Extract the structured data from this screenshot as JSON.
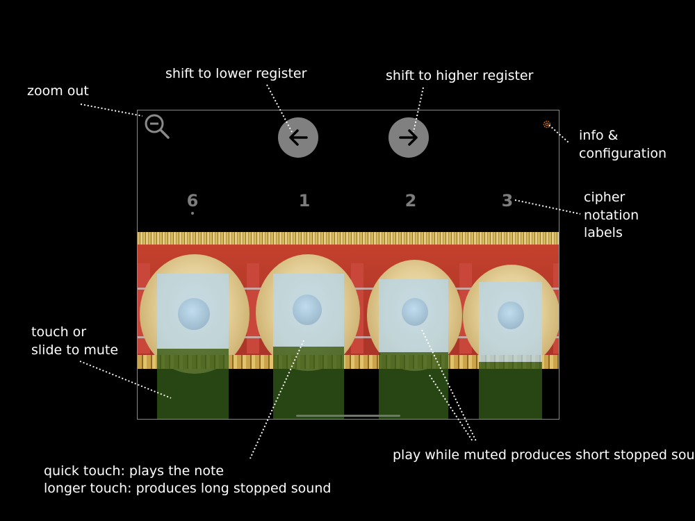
{
  "annotations": {
    "zoom_out": "zoom out",
    "lower_register": "shift to lower register",
    "higher_register": "shift to higher register",
    "info_line1": "info &",
    "info_line2": "configuration",
    "cipher_line1": "cipher",
    "cipher_line2": "notation",
    "cipher_line3": "labels",
    "mute_line1": "touch or",
    "mute_line2": "slide to mute",
    "touch_line1": "quick touch: plays the note",
    "touch_line2": "longer touch: produces long stopped sound",
    "muted_play": "play while muted produces short stopped sound"
  },
  "app": {
    "cipher_labels": [
      "6",
      "1",
      "2",
      "3"
    ],
    "colors": {
      "gear": "#c0651e",
      "nav_button": "#808080",
      "cipher": "#7d7d7d"
    }
  }
}
